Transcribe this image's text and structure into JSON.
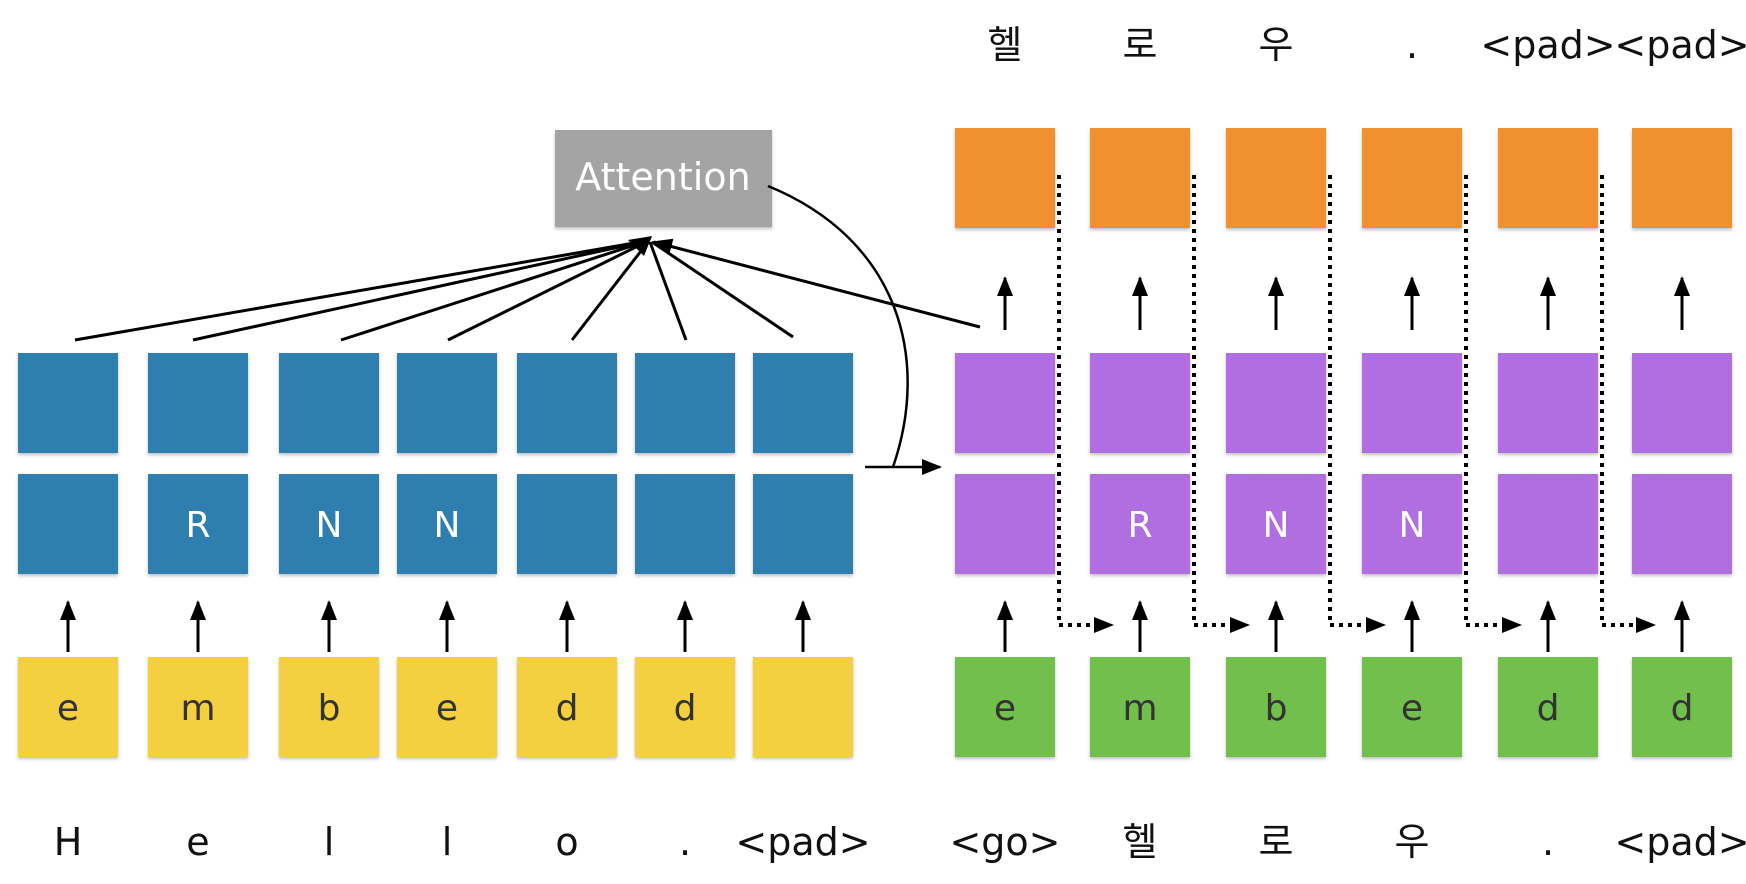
{
  "attention": {
    "label": "Attention"
  },
  "colors": {
    "encoder_rnn": "#2e7fb0",
    "encoder_embed": "#f4d03f",
    "decoder_rnn": "#b06ee0",
    "decoder_embed": "#72bf4d",
    "decoder_output": "#f0902f",
    "attention_box": "#a4a4a4"
  },
  "encoder": {
    "inputs": [
      "H",
      "e",
      "l",
      "l",
      "o",
      ".",
      "<pad>"
    ],
    "embed_letters": [
      "e",
      "m",
      "b",
      "e",
      "d",
      "d",
      ""
    ],
    "rnn_letters": [
      "",
      "R",
      "N",
      "N",
      "",
      "",
      ""
    ]
  },
  "decoder": {
    "inputs": [
      "<go>",
      "헬",
      "로",
      "우",
      ".",
      "<pad>"
    ],
    "outputs": [
      "헬",
      "로",
      "우",
      ".",
      "<pad>",
      "<pad>"
    ],
    "embed_letters": [
      "e",
      "m",
      "b",
      "e",
      "d",
      "d"
    ],
    "rnn_letters": [
      "",
      "R",
      "N",
      "N",
      "",
      ""
    ]
  }
}
